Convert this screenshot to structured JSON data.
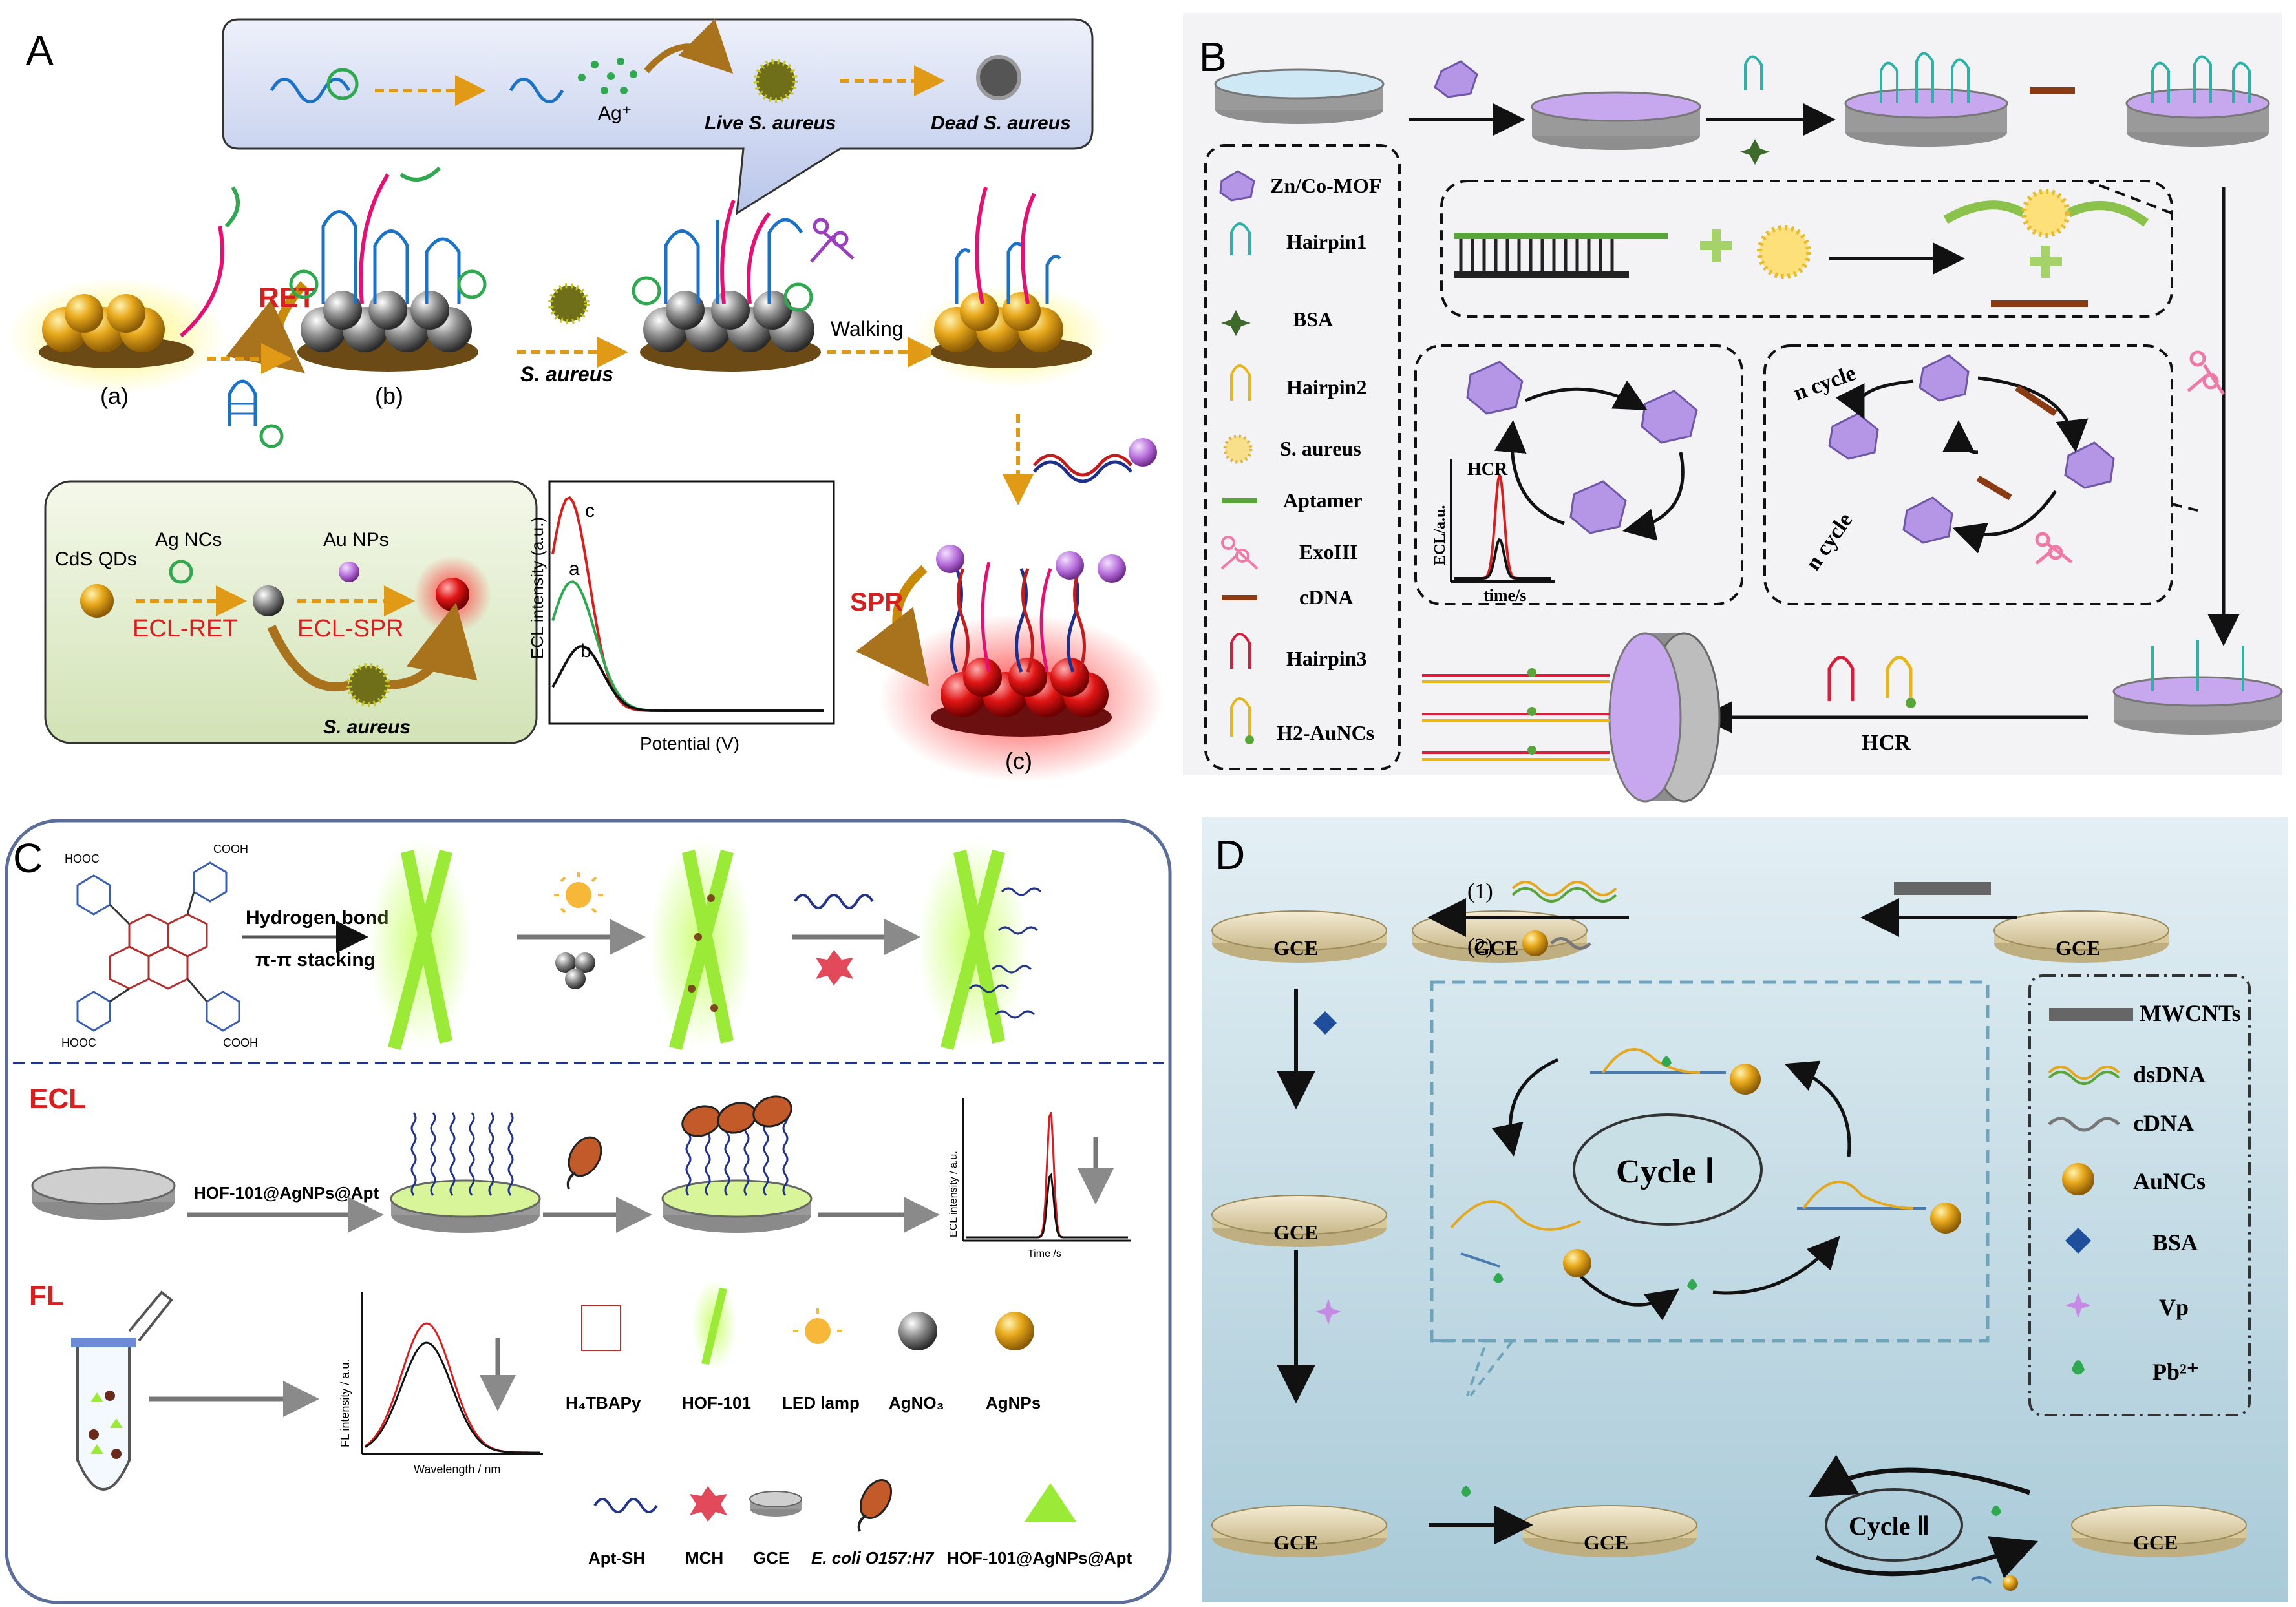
{
  "panel_a": {
    "letter": "A",
    "top_box": {
      "ag_ion": "Ag⁺",
      "live": "Live S. aureus",
      "dead": "Dead S. aureus"
    },
    "ret": "RET",
    "walking": "Walking",
    "s_aureus": "S. aureus",
    "label_a": "(a)",
    "label_b": "(b)",
    "label_c": "(c)",
    "spr": "SPR",
    "mechanism": {
      "cds": "CdS QDs",
      "agnc": "Ag NCs",
      "aunp": "Au NPs",
      "ecl_ret": "ECL-RET",
      "ecl_spr": "ECL-SPR",
      "s_aureus": "S. aureus"
    },
    "chart": {
      "ylabel": "ECL intensity (a.u.)",
      "xlabel": "Potential (V)",
      "curve_c": "c",
      "curve_a": "a",
      "curve_b": "b"
    }
  },
  "panel_b": {
    "letter": "B",
    "legend": [
      "Zn/Co-MOF",
      "Hairpin1",
      "BSA",
      "Hairpin2",
      "S. aureus",
      "Aptamer",
      "ExoIII",
      "cDNA",
      "Hairpin3",
      "H2-AuNCs"
    ],
    "n_cycle_top": "n cycle",
    "n_cycle_bottom": "n cycle",
    "hcr": "HCR",
    "mini_chart": {
      "label": "HCR",
      "ylabel": "ECL/a.u.",
      "xlabel": "time/s"
    }
  },
  "panel_c": {
    "letter": "C",
    "hydrogen_bond": "Hydrogen bond",
    "pi_stacking": "π-π stacking",
    "cooh1": "COOH",
    "hooc1": "HOOC",
    "cooh2": "COOH",
    "hooc2": "HOOC",
    "ecl": "ECL",
    "fl": "FL",
    "hof_label": "HOF-101@AgNPs@Apt",
    "ecl_chart": {
      "ylabel": "ECL intensity / a.u.",
      "xlabel": "Time /s"
    },
    "fl_chart": {
      "ylabel": "FL intensity / a.u.",
      "xlabel": "Wavelength / nm"
    },
    "legend_row1": [
      "H₄TBAPy",
      "HOF-101",
      "LED lamp",
      "AgNO₃",
      "AgNPs"
    ],
    "legend_row2": [
      "Apt-SH",
      "MCH",
      "GCE",
      "E. coli O157:H7",
      "HOF-101@AgNPs@Apt"
    ]
  },
  "panel_d": {
    "letter": "D",
    "gce": "GCE",
    "step1": "(1)",
    "step2": "(2)",
    "cycle1": "Cycle Ⅰ",
    "cycle2": "Cycle Ⅱ",
    "legend": [
      "MWCNTs",
      "dsDNA",
      "cDNA",
      "AuNCs",
      "BSA",
      "Vp",
      "Pb²⁺"
    ]
  },
  "colors": {
    "gold": "#e0a21a",
    "red": "#d81e1e",
    "green": "#2fa84f",
    "blue": "#1f4e9c",
    "purple": "#b596e6",
    "teal": "#2bb3a8",
    "brown": "#7a3a17"
  }
}
